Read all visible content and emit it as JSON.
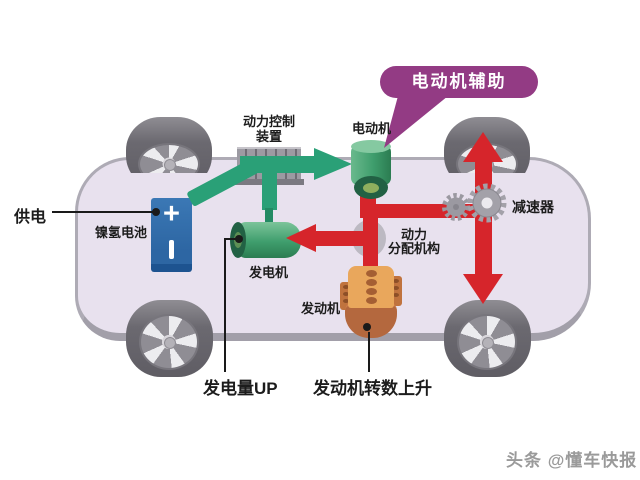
{
  "diagram_title_context": "hybrid-powertrain-diagram",
  "callout": {
    "text": "电动机辅助"
  },
  "labels": {
    "power_supply": "供电",
    "battery": "镍氢电池",
    "battery_plus": "+",
    "power_control_line1": "动力控制",
    "power_control_line2": "装置",
    "motor": "电动机",
    "reducer": "减速器",
    "power_split_line1": "动力",
    "power_split_line2": "分配机构",
    "generator": "发电机",
    "engine": "发动机",
    "generation_up": "发电量UP",
    "engine_rev_up": "发动机转数上升"
  },
  "watermark": {
    "text": "头条 @懂车快报"
  },
  "colors": {
    "electric_flow_green": "#2aa077",
    "mechanical_flow_red": "#d6252b",
    "callout_purple": "#933b84",
    "battery_blue": "#2d66a3",
    "car_body_fill": "#e8e1ee",
    "car_body_outline": "#aeabb5",
    "engine_orange": "#e9a75c",
    "component_gray": "#9c9aa2"
  }
}
